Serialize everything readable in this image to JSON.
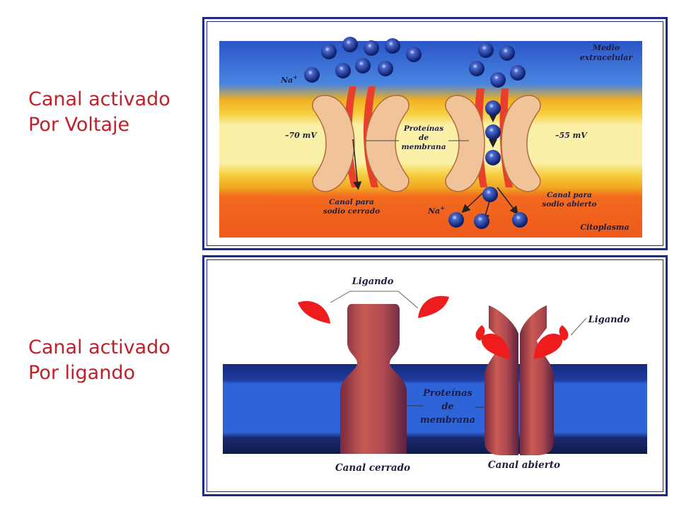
{
  "captions": {
    "voltage": [
      "Canal activado",
      "Por Voltaje"
    ],
    "ligand": [
      "Canal activado",
      "Por ligando"
    ]
  },
  "voltage_diagram": {
    "medium_label": [
      "Medio",
      "extracelular"
    ],
    "ion_top": "Na",
    "ion_bottom": "Na",
    "ion_charge": "+",
    "potential_left": "–70 mV",
    "potential_right": "–55 mV",
    "proteins_label": [
      "Proteínas",
      "de",
      "membrana"
    ],
    "closed_label": [
      "Canal para",
      "sodio cerrado"
    ],
    "open_label": [
      "Canal para",
      "sodio abierto"
    ],
    "cytoplasm_label": "Citoplasma"
  },
  "ligand_diagram": {
    "ligand_label_left": "Ligando",
    "ligand_label_right": "Ligando",
    "proteins_label": [
      "Proteínas",
      "de",
      "membrana"
    ],
    "closed_label": "Canal cerrado",
    "open_label": "Canal abierto"
  },
  "colors": {
    "caption": "#c0202a",
    "panel_border": "#1d2a8a",
    "ion": "#1a3fa8",
    "ligand": "#ee1c1c"
  }
}
